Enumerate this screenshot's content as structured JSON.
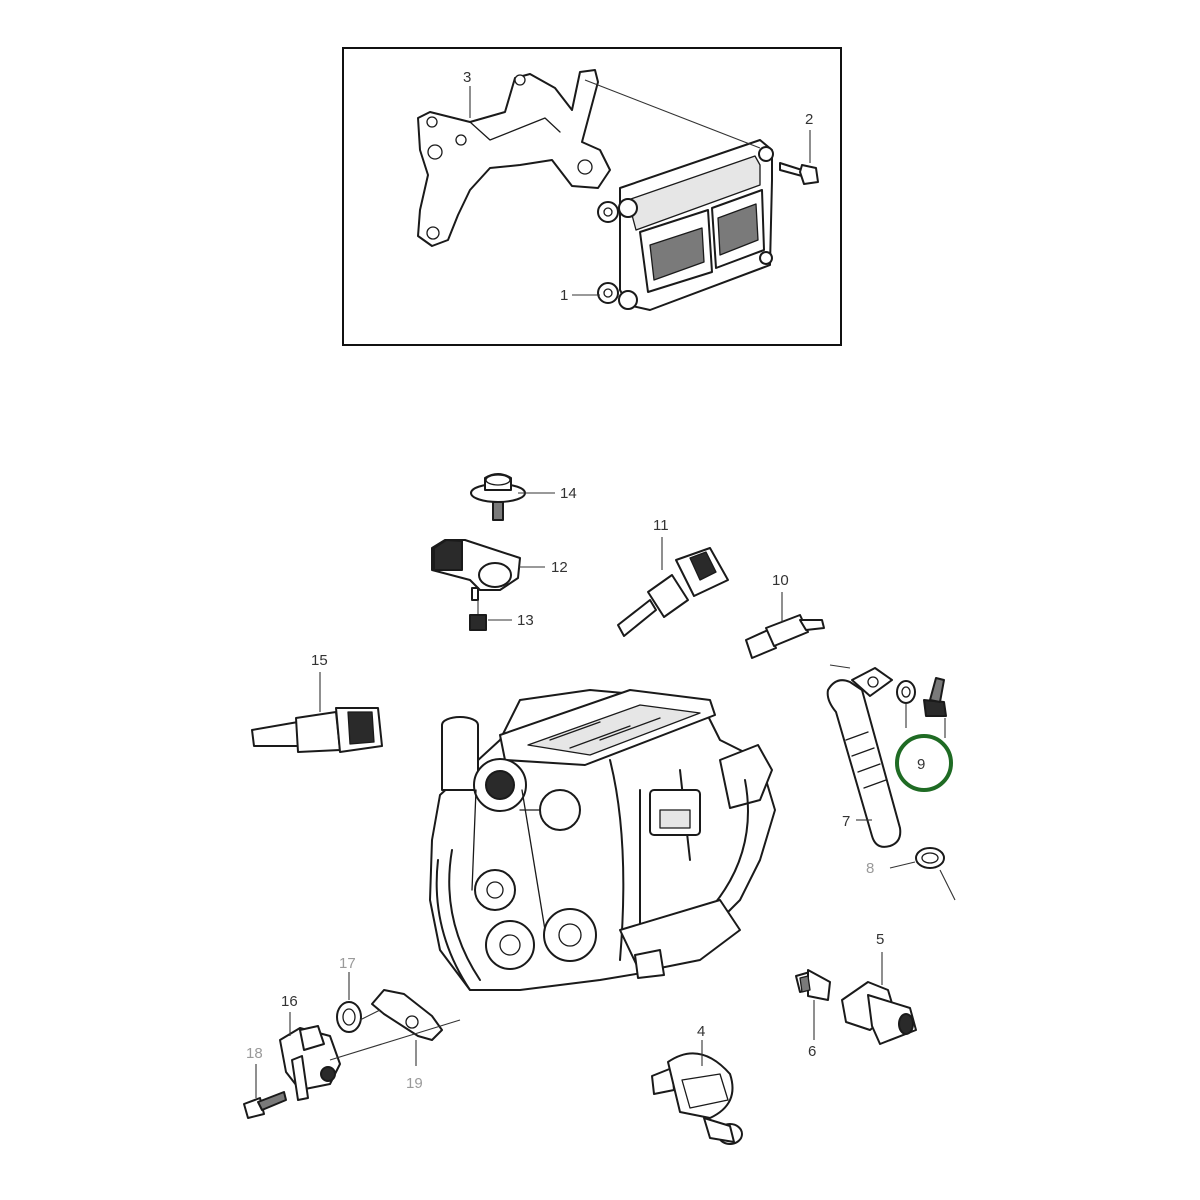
{
  "callouts": {
    "c1": "1",
    "c2": "2",
    "c3": "3",
    "c4": "4",
    "c5": "5",
    "c6": "6",
    "c7": "7",
    "c8": "8",
    "c9": "9",
    "c10": "10",
    "c11": "11",
    "c12": "12",
    "c13": "13",
    "c14": "14",
    "c15": "15",
    "c16": "16",
    "c17": "17",
    "c18": "18",
    "c19": "19"
  },
  "highlight": {
    "callout": "9",
    "color": "#1f6b24"
  },
  "colors": {
    "line": "#1a1a1a",
    "label": "#333333",
    "faded_label": "#9a9a9a"
  }
}
